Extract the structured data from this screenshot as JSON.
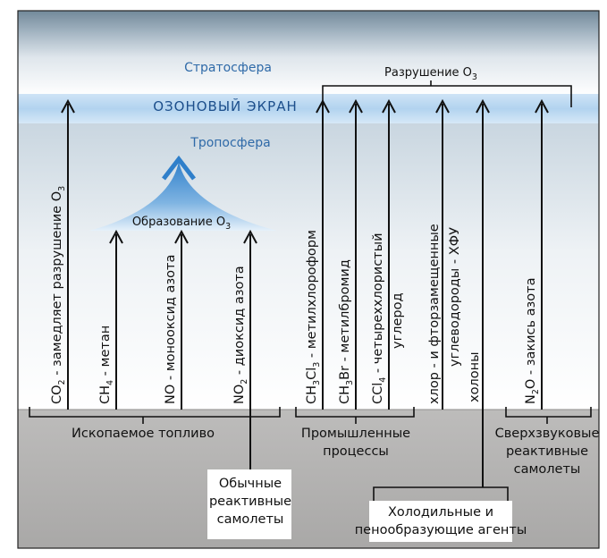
{
  "layers": {
    "stratosphere": "Стратосфера",
    "ozone_screen": "ОЗОНОВЫЙ ЭКРАН",
    "troposphere": "Тропосфера"
  },
  "destruction": {
    "text": "Разрушение O",
    "sub": "3"
  },
  "formation": {
    "text": "Образование O",
    "sub": "3"
  },
  "emissions": {
    "co2": {
      "formula": "CO",
      "sub": "2",
      "text": " - замедляет разрушение O",
      "sub2": "3"
    },
    "ch4": {
      "formula": "CH",
      "sub": "4",
      "text": " - метан"
    },
    "no": {
      "text": "NO - монооксид азота"
    },
    "no2": {
      "formula": "NO",
      "sub": "2",
      "text": " - диоксид азота"
    },
    "ch3ccl3": {
      "p1": "CH",
      "s1": "3",
      "p2": "Cl",
      "s2": "3",
      "text": " - метилхлороформ"
    },
    "ch3br": {
      "p1": "CH",
      "s1": "3",
      "text": "Br - метилбромид"
    },
    "ccl4": {
      "p1": "CCl",
      "s1": "4",
      "text": " - четыреххлористый",
      "line2": "углерод"
    },
    "cfc": {
      "line1": "хлор - и фторзамещенные",
      "line2": "углеводороды - ХФУ",
      "line3": "холоны"
    },
    "n2o": {
      "p1": "N",
      "s1": "2",
      "text": "O - закись азота"
    }
  },
  "sources": {
    "fossil_fuel": "Ископаемое топливо",
    "industrial": [
      "Промышленные",
      "процессы"
    ],
    "supersonic": [
      "Сверхзвуковые",
      "реактивные",
      "самолеты"
    ],
    "ordinary_jets": [
      "Обычные",
      "реактивные",
      "самолеты"
    ],
    "refrigerants": [
      "Холодильные и",
      "пенообразующие агенты"
    ]
  },
  "colors": {
    "sky_top": "#7d93a3",
    "ozone_band": "#bcd9f2",
    "ground": "#b9b8b7",
    "arrow": "#111111",
    "cone": "#3b88cf"
  }
}
